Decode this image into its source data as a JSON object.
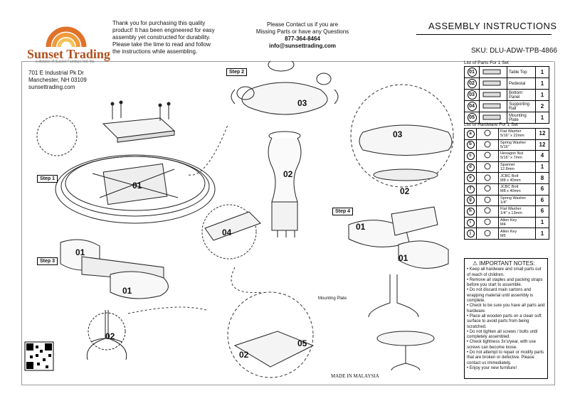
{
  "brand": {
    "name": "Sunset Trading",
    "sub": "a division of Sunset Furniture Intl. Inc."
  },
  "address": [
    "701 E Industrial Pk Dr",
    "Manchester, NH 03109",
    "sunsettrading.com"
  ],
  "thanks": [
    "Thank you for purchasing this quality",
    "product! It has been engineered for easy",
    "assembly yet constructed for durability.",
    "Please take the time to read and follow",
    "the instructions while assembling."
  ],
  "contact": {
    "line1": "Please Contact us if you are",
    "line2": "Missing Parts or have any Questions",
    "phone": "877-364-8464",
    "email": "info@sunsettrading.com"
  },
  "title": "ASSEMBLY INSTRUCTIONS",
  "sku": "SKU:  DLU-ADW-TPB-4866",
  "steps": [
    "Step 1",
    "Step 2",
    "Step 3",
    "Step 4"
  ],
  "parts_header": "List of Parts For 1 Set",
  "parts": [
    {
      "no": "01",
      "name": "Table Top",
      "qty": "1"
    },
    {
      "no": "02",
      "name": "Pedestal",
      "qty": "1"
    },
    {
      "no": "03",
      "name": "Bottom Panel",
      "qty": "1"
    },
    {
      "no": "04",
      "name": "Supporting Rail",
      "qty": "2"
    },
    {
      "no": "05",
      "name": "Mounting Plate",
      "qty": "1"
    }
  ],
  "hardware_header": "List of Hardware For 1 Set",
  "hardware": [
    {
      "id": "a",
      "name": "Flat Washer",
      "size": "5/16\" x 22mm",
      "qty": "12"
    },
    {
      "id": "b",
      "name": "Spring Washer",
      "size": "5/16\"",
      "qty": "12"
    },
    {
      "id": "c",
      "name": "Hexagon Nut",
      "size": "5/16\" x 7mm",
      "qty": "4"
    },
    {
      "id": "d",
      "name": "Spanner",
      "size": "12.8mm",
      "qty": "1"
    },
    {
      "id": "e",
      "name": "JCBC Bolt",
      "size": "M8 x 40mm",
      "qty": "8"
    },
    {
      "id": "f",
      "name": "JCBC Bolt",
      "size": "M8 x 40mm",
      "qty": "6"
    },
    {
      "id": "g",
      "name": "Spring Washer",
      "size": "1/4\"",
      "qty": "6"
    },
    {
      "id": "h",
      "name": "Flat Washer",
      "size": "1/4\" x 13mm",
      "qty": "6"
    },
    {
      "id": "i",
      "name": "Allen Key",
      "size": "M4",
      "qty": "1"
    },
    {
      "id": "j",
      "name": "Allen Key",
      "size": "M5",
      "qty": "1"
    }
  ],
  "notes_header": "IMPORTANT NOTES:",
  "notes": [
    "• Keep all hardware and small parts out of reach of children.",
    "• Remove all staples and packing straps before you start to assemble.",
    "• Do not discard main cartons and wrapping material until assembly is complete.",
    "• Check to be sure you have all parts and hardware.",
    "• Place all wooden parts on a clean soft surface to avoid parts from being scratched.",
    "• Do not tighten all screws / bolts until completely assembled.",
    "• Check tightness 3x's/year, with use screws can become loose.",
    "• Do not attempt to repair or modify parts that are broken or defective. Please contact us immediately.",
    "• Enjoy your new furniture!"
  ],
  "mounting_label": "Mounting Plate",
  "made_in": "MADE IN MALAYSIA",
  "part_labels": {
    "p01": "01",
    "p02": "02",
    "p03": "03",
    "p04": "04",
    "p05": "05"
  }
}
